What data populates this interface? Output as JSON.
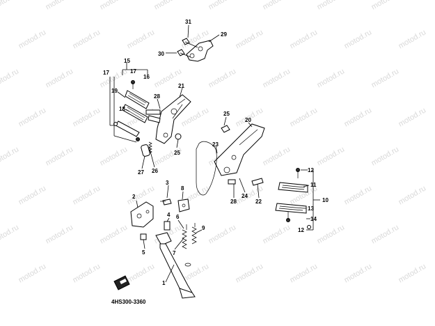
{
  "watermark": "motod.ru",
  "reference_code": "4HS300-3360",
  "callouts": [
    "1",
    "2",
    "3",
    "4",
    "5",
    "6",
    "7",
    "8",
    "9",
    "10",
    "11",
    "12",
    "13",
    "14",
    "15",
    "16",
    "17",
    "18",
    "19",
    "20",
    "21",
    "22",
    "23",
    "24",
    "25",
    "26",
    "27",
    "28",
    "29",
    "30",
    "31"
  ]
}
